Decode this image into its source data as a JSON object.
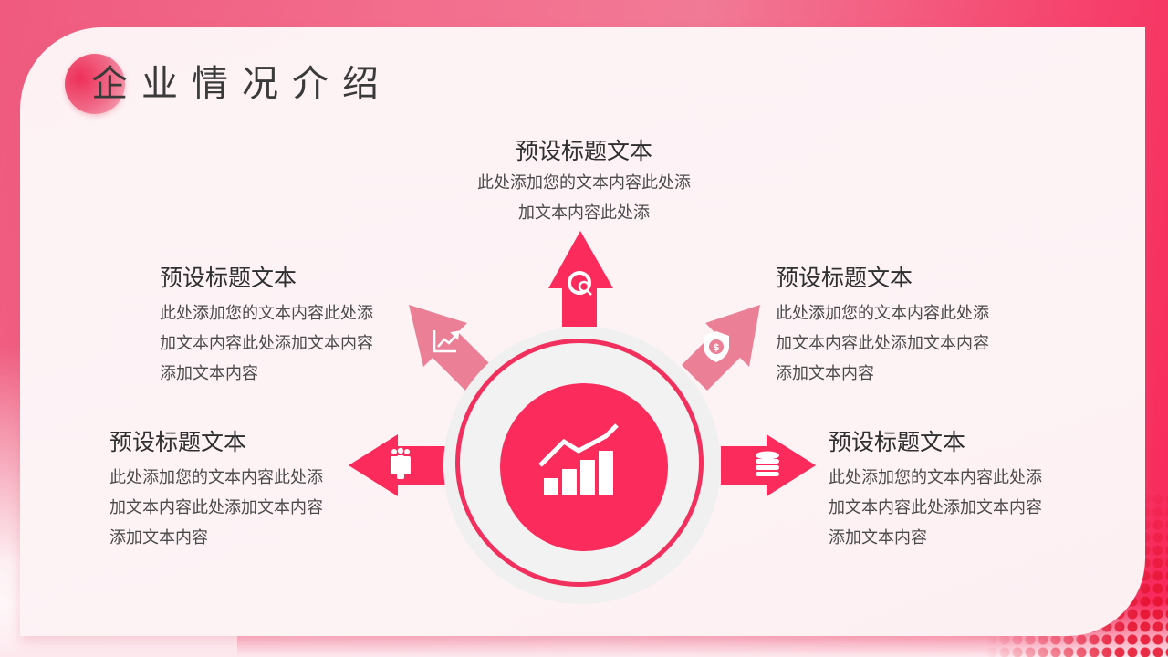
{
  "slide": {
    "title": "企业情况介绍",
    "colors": {
      "primary": "#fb2b5c",
      "light_arrow": "#ea7f96",
      "card_bg": "#fdf1f4",
      "text_dark": "#2f2f2f",
      "ring_gray": "#f1f0f1"
    }
  },
  "center": {
    "icon": "growth-chart-icon"
  },
  "items": [
    {
      "position": "top",
      "heading": "预设标题文本",
      "lines": [
        "此处添加您的文本内容此处添",
        "加文本内容此处添"
      ],
      "icon": "global-search-icon",
      "arrow_color": "#fb2b5c"
    },
    {
      "position": "upper-left",
      "heading": "预设标题文本",
      "lines": [
        "此处添加您的文本内容此处添",
        "加文本内容此处添加文本内容",
        "添加文本内容"
      ],
      "icon": "trend-chart-icon",
      "arrow_color": "#ea7f96"
    },
    {
      "position": "upper-right",
      "heading": "预设标题文本",
      "lines": [
        "此处添加您的文本内容此处添",
        "加文本内容此处添加文本内容",
        "添加文本内容"
      ],
      "icon": "dollar-shield-icon",
      "arrow_color": "#ea7f96"
    },
    {
      "position": "lower-left",
      "heading": "预设标题文本",
      "lines": [
        "此处添加您的文本内容此处添",
        "加文本内容此处添加文本内容",
        "添加文本内容"
      ],
      "icon": "people-group-icon",
      "arrow_color": "#fb2b5c"
    },
    {
      "position": "lower-right",
      "heading": "预设标题文本",
      "lines": [
        "此处添加您的文本内容此处添",
        "加文本内容此处添加文本内容",
        "添加文本内容"
      ],
      "icon": "coin-stack-icon",
      "arrow_color": "#fb2b5c"
    }
  ]
}
